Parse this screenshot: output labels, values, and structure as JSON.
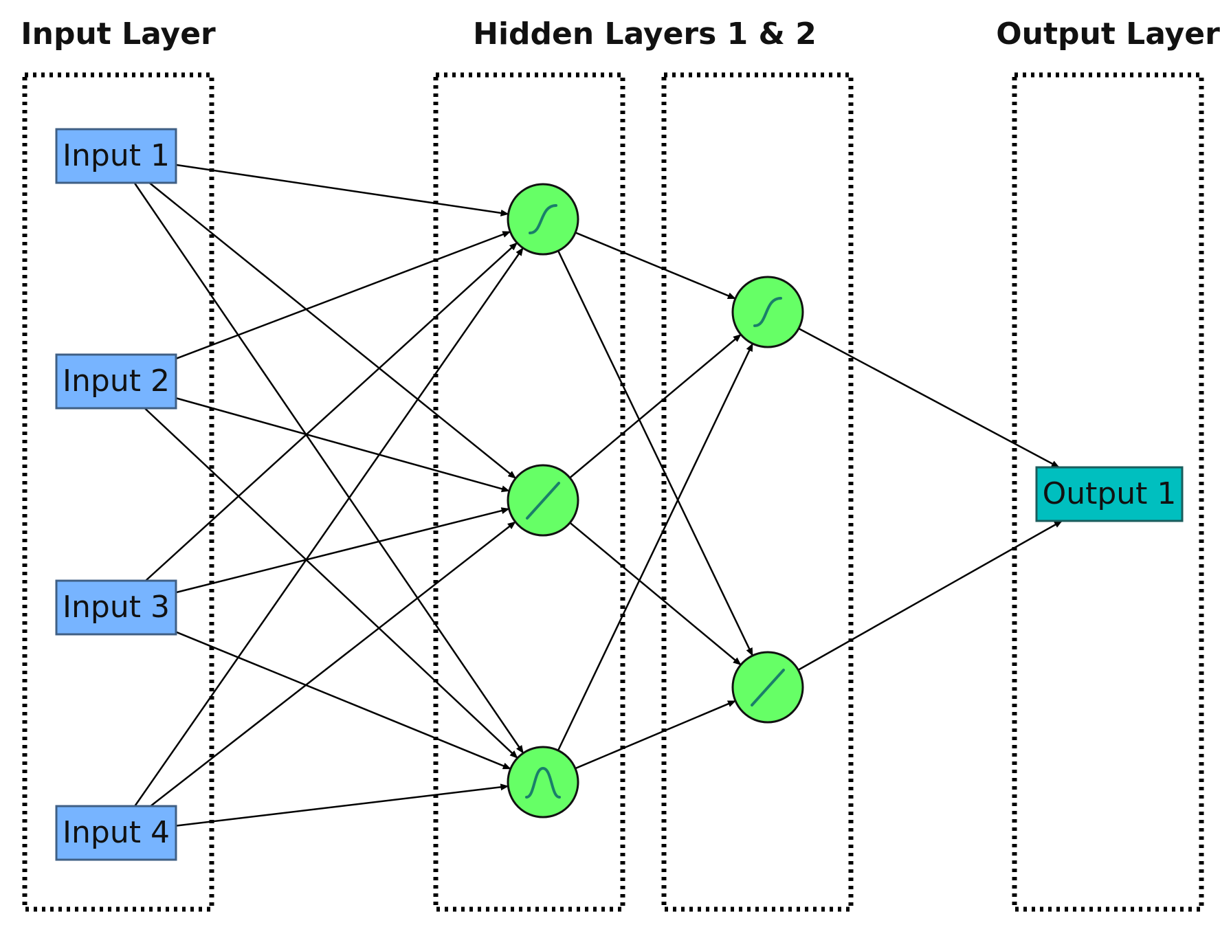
{
  "layer_titles": {
    "input": "Input Layer",
    "hidden": "Hidden Layers 1 & 2",
    "output": "Output Layer"
  },
  "colors": {
    "input_fill": "#77b4ff",
    "input_stroke": "#3f5f84",
    "output_fill": "#00bfbf",
    "output_stroke": "#1b5c5c",
    "neuron_fill": "#66ff66",
    "activation_stroke": "#1a7f6a"
  },
  "input_nodes": [
    {
      "id": "in1",
      "label": "Input 1"
    },
    {
      "id": "in2",
      "label": "Input 2"
    },
    {
      "id": "in3",
      "label": "Input 3"
    },
    {
      "id": "in4",
      "label": "Input 4"
    }
  ],
  "hidden_layer_1": [
    {
      "id": "h1a",
      "activation": "sigmoid-icon"
    },
    {
      "id": "h1b",
      "activation": "linear-icon"
    },
    {
      "id": "h1c",
      "activation": "gaussian-icon"
    }
  ],
  "hidden_layer_2": [
    {
      "id": "h2a",
      "activation": "sigmoid-icon"
    },
    {
      "id": "h2b",
      "activation": "linear-icon"
    }
  ],
  "output_nodes": [
    {
      "id": "out1",
      "label": "Output 1"
    }
  ],
  "edges": [
    [
      "in1",
      "h1a"
    ],
    [
      "in1",
      "h1b"
    ],
    [
      "in1",
      "h1c"
    ],
    [
      "in2",
      "h1a"
    ],
    [
      "in2",
      "h1b"
    ],
    [
      "in2",
      "h1c"
    ],
    [
      "in3",
      "h1a"
    ],
    [
      "in3",
      "h1b"
    ],
    [
      "in3",
      "h1c"
    ],
    [
      "in4",
      "h1a"
    ],
    [
      "in4",
      "h1b"
    ],
    [
      "in4",
      "h1c"
    ],
    [
      "h1a",
      "h2a"
    ],
    [
      "h1a",
      "h2b"
    ],
    [
      "h1b",
      "h2a"
    ],
    [
      "h1b",
      "h2b"
    ],
    [
      "h1c",
      "h2a"
    ],
    [
      "h1c",
      "h2b"
    ],
    [
      "h2a",
      "out1"
    ],
    [
      "h2b",
      "out1"
    ]
  ]
}
